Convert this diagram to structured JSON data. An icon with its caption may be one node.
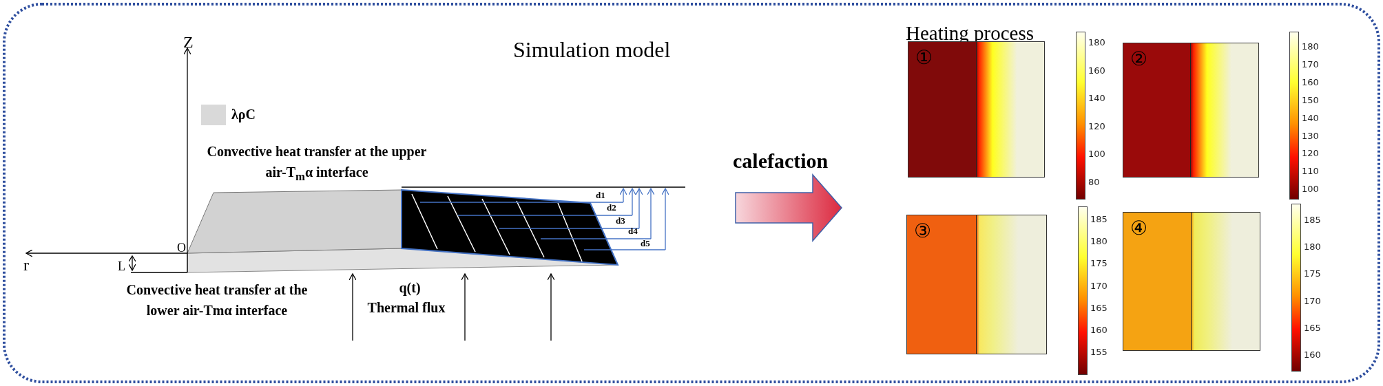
{
  "diagram": {
    "nodes": [
      {
        "text": [
          "Simulation model"
        ]
      },
      {
        "text": [
          "Heating process"
        ]
      },
      {
        "text": [
          "①"
        ],
        "in": 1
      },
      {
        "text": [
          "②"
        ],
        "in": 1
      },
      {
        "text": [
          "③"
        ],
        "in": 1
      },
      {
        "text": [
          "④"
        ],
        "in": 1
      },
      {
        "text": [],
        "shape": "bar",
        "in": 1,
        "beside": [
          "180",
          "160",
          "140",
          "120",
          "100",
          "80"
        ]
      },
      {
        "text": [],
        "shape": "bar",
        "in": 1,
        "beside": [
          "180",
          "170",
          "160",
          "150",
          "140",
          "130",
          "120",
          "110",
          "100"
        ]
      },
      {
        "text": [],
        "shape": "bar",
        "in": 1,
        "beside": [
          "185",
          "180",
          "175",
          "170",
          "165",
          "160",
          "155"
        ]
      },
      {
        "text": [],
        "shape": "bar",
        "in": 1,
        "beside": [
          "185",
          "180",
          "175",
          "170",
          "165",
          "160"
        ]
      }
    ],
    "edges": [
      {
        "from": 0,
        "to": 1,
        "arrow": "to",
        "label": "calefaction"
      }
    ],
    "labels": [
      "Z",
      "O",
      "r",
      "L",
      "Convective heat transfer at the upper air-T$_{m}$α interface",
      "d1",
      "d2",
      "d3",
      "d4",
      "d5",
      "Convective heat transfer at the lower air-Tmα interface",
      "q(t)",
      "Thermal flux"
    ],
    "legend": [
      {
        "text": "λρC",
        "color": "#d9d9d9"
      }
    ]
  }
}
